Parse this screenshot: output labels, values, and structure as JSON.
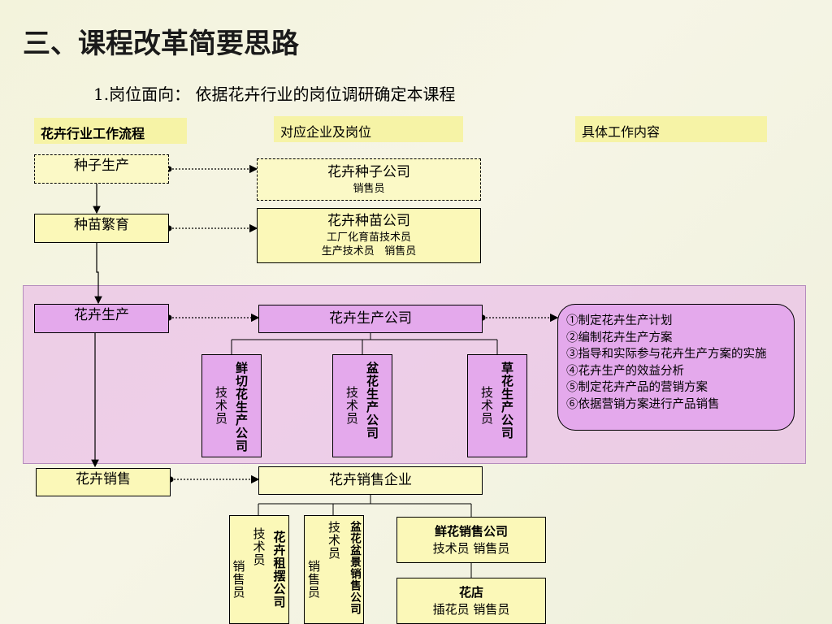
{
  "title": "三、课程改革简要思路",
  "subtitle": "1.岗位面向： 依据花卉行业的岗位调研确定本课程",
  "headers": {
    "workflow": "花卉行业工作流程",
    "companies": "对应企业及岗位",
    "content": "具体工作内容"
  },
  "steps": {
    "seed": "种子生产",
    "seedling": "种苗繁育",
    "production": "花卉生产",
    "sales": "花卉销售"
  },
  "companies": {
    "seed_company": {
      "name": "花卉种子公司",
      "roles": "销售员"
    },
    "seedling_company": {
      "name": "花卉种苗公司",
      "roles_line1": "工厂化育苗技术员",
      "roles_line2": "生产技术员   销售员"
    },
    "production_company": "花卉生产公司",
    "sales_company": "花卉销售企业"
  },
  "production_sub": [
    {
      "name": "鲜切花生产公司",
      "role": "技术员"
    },
    {
      "name": "盆花生产公司",
      "role": "技术员"
    },
    {
      "name": "草花生产公司",
      "role": "技术员"
    }
  ],
  "sales_sub": {
    "rental": {
      "name": "花卉租摆公司",
      "role1": "技术员",
      "role2": "销售员"
    },
    "potted": {
      "name": "盆花盆景销售公司",
      "role1": "技术员",
      "role2": "销售员"
    },
    "fresh_flower": {
      "name": "鲜花销售公司",
      "roles": "技术员 销售员"
    },
    "flower_shop": {
      "name": "花店",
      "roles": "插花员 销售员"
    }
  },
  "tasks": [
    "①制定花卉生产计划",
    "②编制花卉生产方案",
    "③指导和实际参与花卉生产方案的实施",
    "④花卉生产的效益分析",
    "⑤制定花卉产品的营销方案",
    "⑥依据营销方案进行产品销售"
  ]
}
